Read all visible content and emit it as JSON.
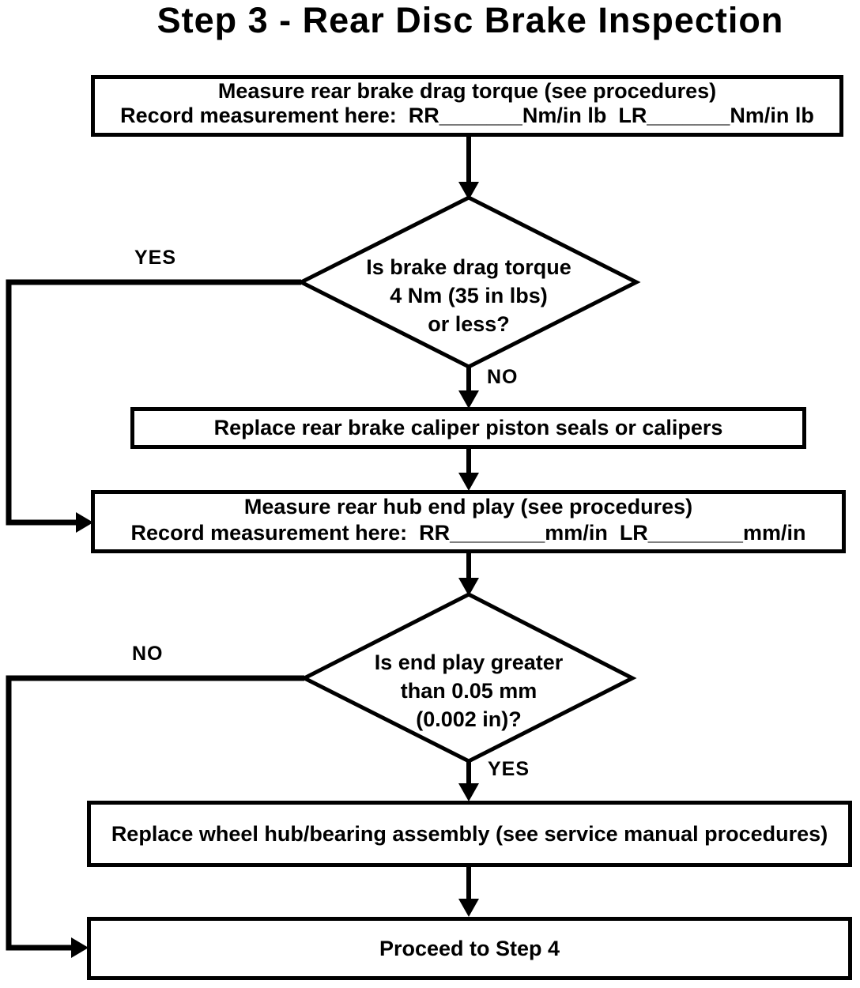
{
  "title": "Step 3 - Rear Disc Brake Inspection",
  "colors": {
    "ink": "#000000",
    "paper": "#ffffff"
  },
  "nodes": {
    "measure_drag_torque": {
      "type": "process",
      "line1": "Measure rear brake drag torque (see procedures)",
      "line2": "Record measurement here:  RR_______Nm/in lb  LR_______Nm/in lb"
    },
    "drag_torque_decision": {
      "type": "decision",
      "line1": "Is brake drag torque",
      "line2": "4 Nm (35 in lbs)",
      "line3": "or less?"
    },
    "replace_caliper": {
      "type": "process",
      "label": "Replace rear brake caliper piston seals or calipers"
    },
    "measure_end_play": {
      "type": "process",
      "line1": "Measure rear hub end play (see procedures)",
      "line2": "Record measurement here:  RR________mm/in  LR________mm/in"
    },
    "end_play_decision": {
      "type": "decision",
      "line1": "Is end play greater",
      "line2": "than 0.05 mm",
      "line3": "(0.002 in)?"
    },
    "replace_hub_bearing": {
      "type": "process",
      "label": "Replace wheel hub/bearing assembly (see service manual procedures)"
    },
    "proceed_step4": {
      "type": "process",
      "label": "Proceed to Step 4"
    }
  },
  "edge_labels": {
    "drag_torque_yes": "YES",
    "drag_torque_no": "NO",
    "end_play_no": "NO",
    "end_play_yes": "YES"
  }
}
